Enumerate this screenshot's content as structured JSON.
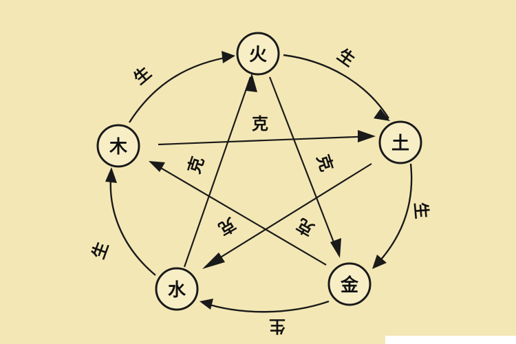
{
  "nodes": [
    {
      "id": "fire",
      "label": "火"
    },
    {
      "id": "earth",
      "label": "土"
    },
    {
      "id": "metal",
      "label": "金"
    },
    {
      "id": "water",
      "label": "水"
    },
    {
      "id": "wood",
      "label": "木"
    }
  ],
  "generating_label": "生",
  "overcoming_label": "克",
  "colors": {
    "background": "#f3e7b5",
    "node_fill": "#f8eec6",
    "ink": "#1a1a1a"
  }
}
